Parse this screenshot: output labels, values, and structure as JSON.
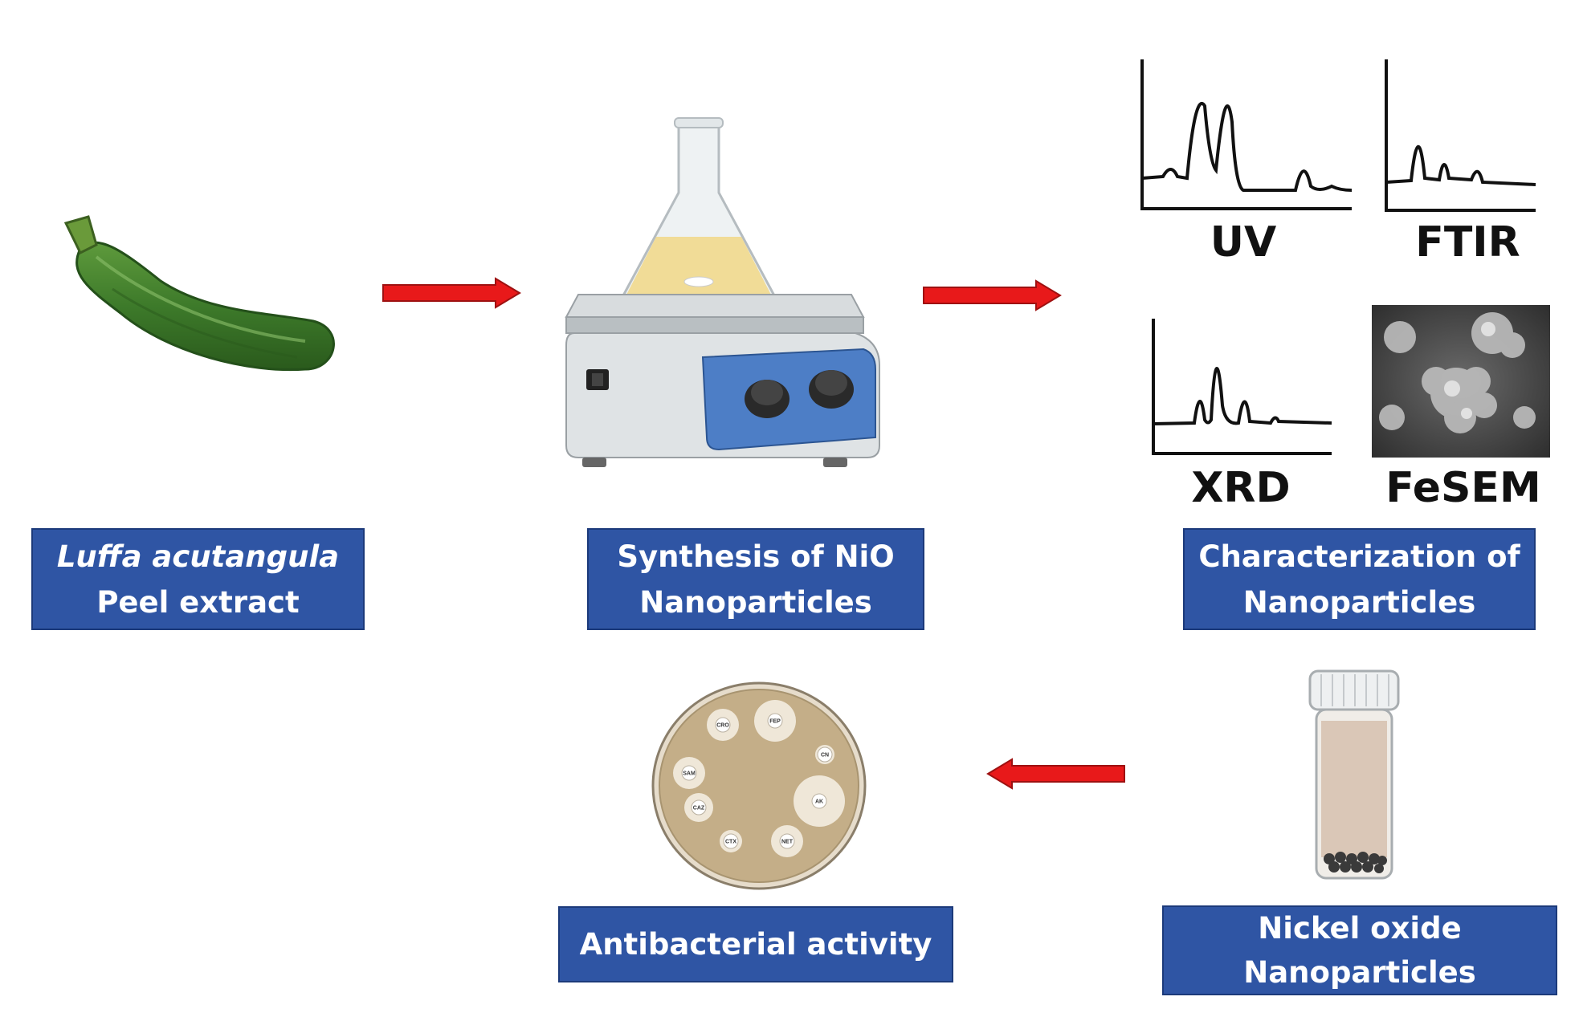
{
  "steps": {
    "peel": {
      "line1": "Luffa acutangula",
      "line2": "Peel extract"
    },
    "synthesis": {
      "line1": "Synthesis of NiO",
      "line2": "Nanoparticles"
    },
    "characterization": {
      "line1": "Characterization of",
      "line2": "Nanoparticles"
    },
    "nickel": {
      "line1": "Nickel oxide",
      "line2": "Nanoparticles"
    },
    "antibacterial": {
      "line1": "Antibacterial activity"
    }
  },
  "characterization_methods": {
    "uv": "UV",
    "ftir": "FTIR",
    "xrd": "XRD",
    "fesem": "FeSEM"
  },
  "petri_discs": [
    "CRO",
    "FEP",
    "CN",
    "SAM",
    "AK",
    "CAZ",
    "CTX",
    "NET"
  ],
  "colors": {
    "box_fill": "#2f55a4",
    "arrow": "#e8191a",
    "zucchini": "#3d7a2a"
  },
  "icons": [
    "zucchini-icon",
    "hotplate-stirrer-icon",
    "petri-dish-icon",
    "vial-icon",
    "arrow-right-icon",
    "arrow-left-icon"
  ]
}
